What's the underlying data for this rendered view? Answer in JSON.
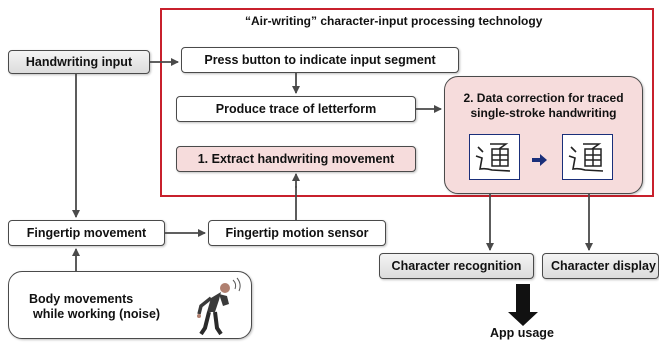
{
  "title": "“Air-writing” character-input processing technology",
  "nodes": {
    "handwriting_input": "Handwriting input",
    "press_button": "Press button to indicate input segment",
    "produce_trace": "Produce trace of letterform",
    "extract_movement": "1.   Extract handwriting  movement",
    "data_correction_line1": "2. Data correction for traced",
    "data_correction_line2": "single-stroke handwriting",
    "fingertip_movement": "Fingertip movement",
    "fingertip_sensor": "Fingertip motion sensor",
    "body_movements_line1": "Body movements",
    "body_movements_line2": "while working (noise)",
    "character_recognition": "Character recognition",
    "character_display": "Character display",
    "app_usage": "App usage"
  },
  "colors": {
    "region_border": "#c8202c",
    "step_fill": "#f6dcdc",
    "sample_border": "#1a2f7a",
    "arrow": "#4a4a4a"
  },
  "icons": [
    "worker-figure",
    "handwritten-character-sample",
    "right-arrow"
  ]
}
